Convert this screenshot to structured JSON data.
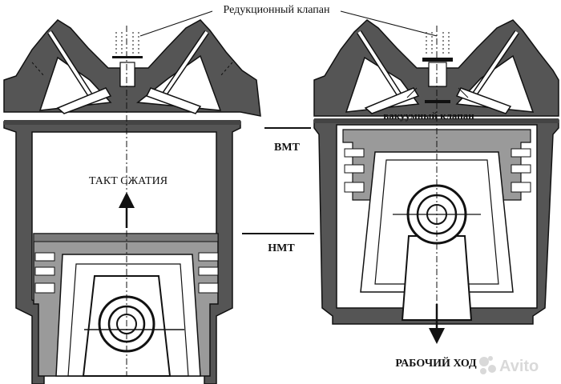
{
  "labels": {
    "top": "Редукционный клапан",
    "vacuum": "вакуумный клапан",
    "tdc": "ВМТ",
    "bdc": "НМТ",
    "compression": "ТАКТ СЖАТИЯ",
    "power": "РАБОЧИЙ ХОД"
  },
  "watermark": {
    "text": "Avito",
    "icon": "avito-dots-icon"
  },
  "colors": {
    "metal": "#555555",
    "piston": "#9a9a9a",
    "outline": "#111111",
    "background": "#ffffff"
  }
}
